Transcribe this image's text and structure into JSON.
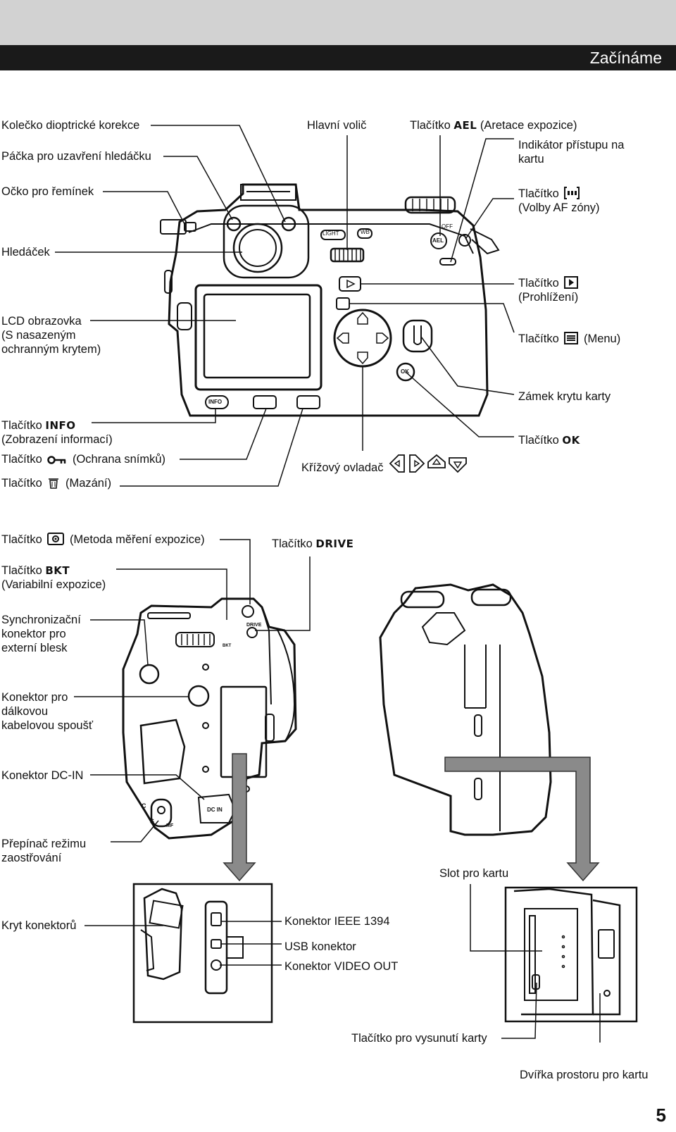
{
  "header": {
    "section": "Začínáme"
  },
  "page_number": "5",
  "top_view_labels": {
    "diopter": "Kolečko dioptrické korekce",
    "eyepiece_lever": "Páčka pro uzavření hledáčku",
    "strap_eyelet": "Očko pro řemínek",
    "viewfinder": "Hledáček",
    "lcd_l1": "LCD obrazovka",
    "lcd_l2": "(S nasazeným",
    "lcd_l3": "ochranným krytem)",
    "main_dial": "Hlavní volič",
    "ael_pre": "Tlačítko",
    "ael_key": "AEL",
    "ael_post": "(Aretace expozice)",
    "card_access_l1": "Indikátor přístupu na",
    "card_access_l2": "kartu",
    "af_area_pre": "Tlačítko",
    "af_area_l2": "(Volby AF zóny)",
    "playback_pre": "Tlačítko",
    "playback_l2": "(Prohlížení)",
    "menu_pre": "Tlačítko",
    "menu_post": "(Menu)",
    "card_cover_lock": "Zámek krytu karty",
    "ok_pre": "Tlačítko",
    "ok_key": "OK",
    "info_pre": "Tlačítko",
    "info_key": "INFO",
    "info_l2": "(Zobrazení informací)",
    "protect_pre": "Tlačítko",
    "protect_post": "(Ochrana snímků)",
    "erase_pre": "Tlačítko",
    "erase_post": "(Mazání)",
    "arrow_pad": "Křížový ovladač"
  },
  "camera_body_marks": {
    "light": "LIGHT",
    "wb": "WB",
    "info": "INFO",
    "ok": "OK",
    "ael": "AEL",
    "off": "OFF",
    "dcin": "DC IN",
    "drive": "DRIVE",
    "bkt": "BKT",
    "mf": "MF",
    "c": "C",
    "s": "S"
  },
  "side_view_labels": {
    "metering_pre": "Tlačítko",
    "metering_post": "(Metoda měření expozice)",
    "drive_pre": "Tlačítko",
    "drive_key": "DRIVE",
    "bkt_pre": "Tlačítko",
    "bkt_key": "BKT",
    "bkt_l2": "(Variabilní expozice)",
    "flash_sync_l1": "Synchronizační",
    "flash_sync_l2": "konektor pro",
    "flash_sync_l3": "externí blesk",
    "remote_l1": "Konektor pro",
    "remote_l2": "dálkovou",
    "remote_l3": "kabelovou spoušť",
    "dcin": "Konektor DC-IN",
    "focus_mode_l1": "Přepínač režimu",
    "focus_mode_l2": "zaostřování",
    "card_slot": "Slot pro kartu",
    "connector_cover": "Kryt konektorů",
    "ieee1394": "Konektor IEEE 1394",
    "usb": "USB konektor",
    "video_out": "Konektor VIDEO OUT",
    "card_eject": "Tlačítko pro vysunutí karty",
    "card_door": "Dvířka prostoru pro kartu"
  },
  "colors": {
    "header_bg": "#1a1a1a",
    "header_text": "#ffffff",
    "top_band": "#d2d2d2",
    "arrow": "#8a8a8a"
  }
}
